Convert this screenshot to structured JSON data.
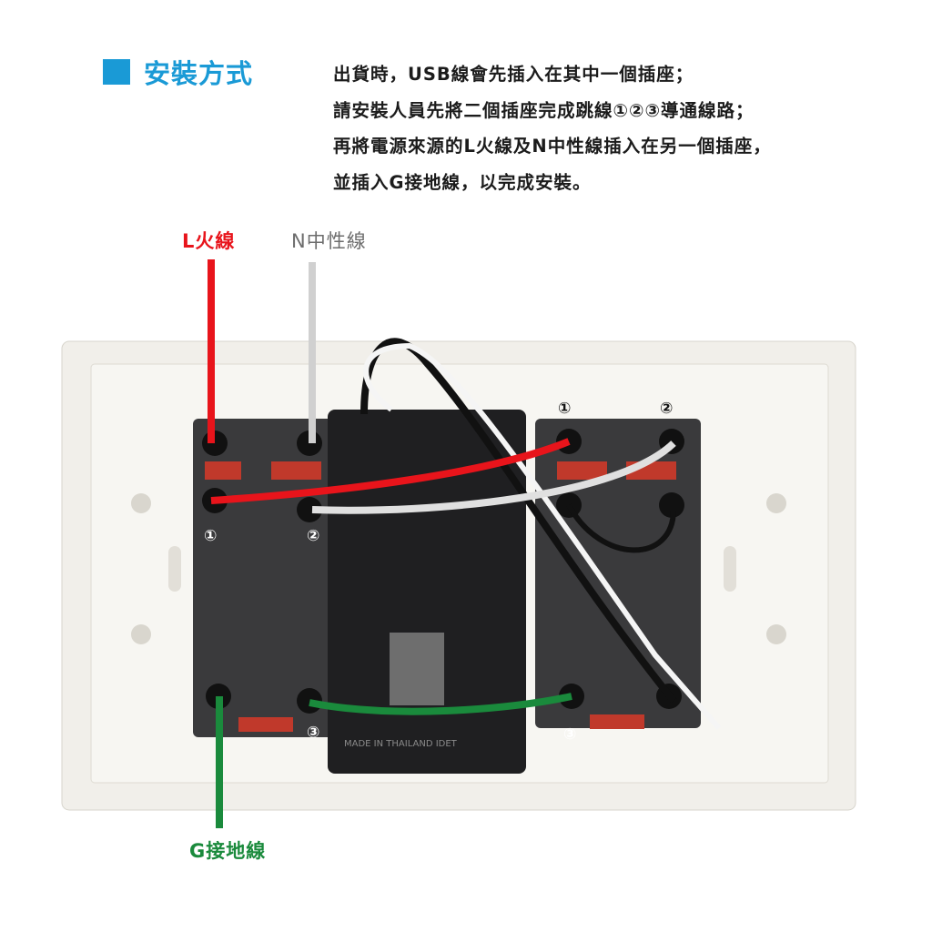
{
  "header": {
    "title": "安裝方式",
    "accent_color": "#1a9ad6",
    "lines": [
      "出貨時，USB線會先插入在其中一個插座；",
      "請安裝人員先將二個插座完成跳線①②③導通線路；",
      "再將電源來源的L火線及N中性線插入在另一個插座，",
      "並插入G接地線，以完成安裝。"
    ]
  },
  "labels": {
    "live": "L火線",
    "neutral": "N中性線",
    "ground": "G接地線"
  },
  "wire_colors": {
    "live": "#e8141b",
    "neutral": "#d0d0d0",
    "ground": "#1a8a3c"
  },
  "markers": {
    "left_1": "①",
    "left_2": "②",
    "left_3": "③",
    "right_1": "①",
    "right_2": "②",
    "right_3": "③"
  },
  "module_text": "MADE IN THAILAND IDET"
}
